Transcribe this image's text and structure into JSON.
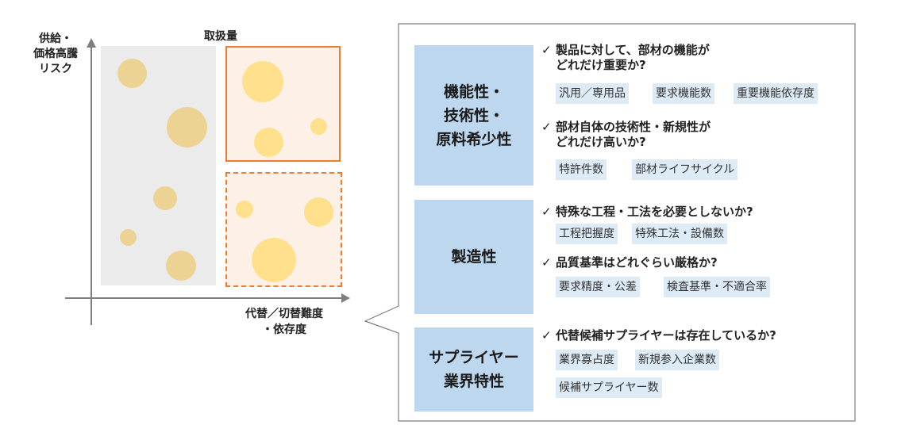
{
  "matrix": {
    "y_axis_label": "供給・\n価格高騰\nリスク",
    "x_axis_label": "代替／切替難度\n・依存度",
    "top_label": "取扱量"
  },
  "categories": [
    {
      "label": "機能性・\n技術性・\n原料希少性",
      "items": [
        {
          "check": "✓",
          "question": "製品に対して、部材の機能が\nどれだけ重要か?",
          "tags": [
            "汎用／専用品",
            "要求機能数",
            "重要機能依存度"
          ]
        },
        {
          "check": "✓",
          "question": "部材自体の技術性・新規性が\nどれだけ高いか?",
          "tags": [
            "特許件数",
            "部材ライフサイクル"
          ]
        }
      ]
    },
    {
      "label": "製造性",
      "items": [
        {
          "check": "✓",
          "question": "特殊な工程・工法を必要としないか?",
          "tags": [
            "工程把握度",
            "特殊工法・設備数"
          ]
        },
        {
          "check": "✓",
          "question": "品質基準はどれぐらい厳格か?",
          "tags": [
            "要求精度・公差",
            "検査基準・不適合率"
          ]
        }
      ]
    },
    {
      "label": "サプライヤー\n業界特性",
      "items": [
        {
          "check": "✓",
          "question": "代替候補サプライヤーは存在しているか?",
          "tags": [
            "業界寡占度",
            "新規参入企業数",
            "候補サプライヤー数"
          ]
        }
      ]
    }
  ],
  "colors": {
    "accent_orange": "#ed7d31",
    "category_fill": "#bdd7ee",
    "tag_fill": "#ddebf7",
    "bubble_muted": "#ecd393",
    "bubble_bright": "#ffe08c",
    "gray_region": "#ebebeb",
    "highlight_region": "#fdf0e6"
  }
}
